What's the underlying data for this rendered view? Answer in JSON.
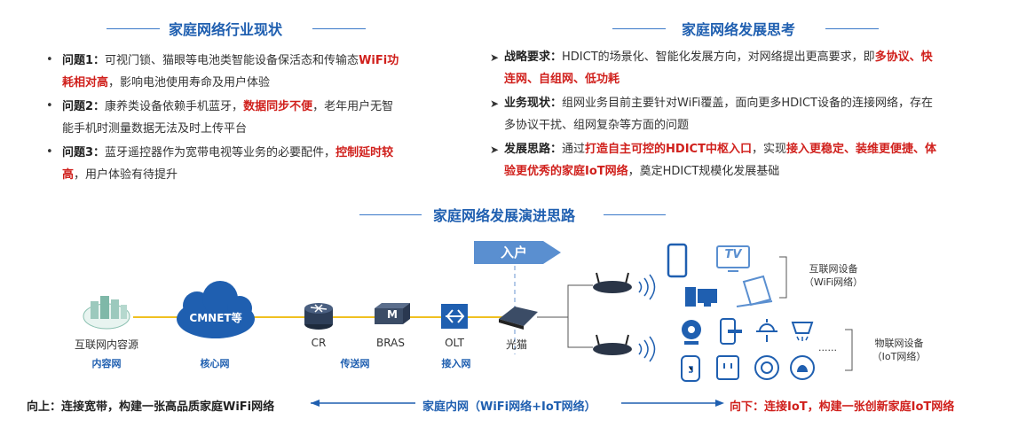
{
  "left_section": {
    "title": "家庭网络行业现状",
    "items": [
      {
        "key": "问题1：",
        "lines": [
          [
            {
              "t": "可视门锁、猫眼等电池类智能设备保活态和传输态"
            },
            {
              "t": "WiFi功",
              "r": true
            }
          ],
          [
            {
              "t": "耗相对高",
              "r": true
            },
            {
              "t": "，影响电池使用寿命及用户体验"
            }
          ]
        ]
      },
      {
        "key": "问题2：",
        "lines": [
          [
            {
              "t": "康养类设备依赖手机蓝牙，"
            },
            {
              "t": "数据同步不便",
              "r": true
            },
            {
              "t": "，老年用户无智"
            }
          ],
          [
            {
              "t": "能手机时测量数据无法及时上传平台"
            }
          ]
        ]
      },
      {
        "key": "问题3：",
        "lines": [
          [
            {
              "t": "蓝牙遥控器作为宽带电视等业务的必要配件，"
            },
            {
              "t": "控制延时较",
              "r": true
            }
          ],
          [
            {
              "t": "高",
              "r": true
            },
            {
              "t": "，用户体验有待提升"
            }
          ]
        ]
      }
    ]
  },
  "right_section": {
    "title": "家庭网络发展思考",
    "items": [
      {
        "key": "战略要求：",
        "lines": [
          [
            {
              "t": "HDICT的场景化、智能化发展方向，对网络提出更高要求，即"
            },
            {
              "t": "多协议、快",
              "r": true
            }
          ],
          [
            {
              "t": "连网、自组网、低功耗",
              "r": true
            }
          ]
        ]
      },
      {
        "key": "业务现状：",
        "lines": [
          [
            {
              "t": "组网业务目前主要针对WiFi覆盖，面向更多HDICT设备的连接网络，存在"
            }
          ],
          [
            {
              "t": "多协议干扰、组网复杂等方面的问题"
            }
          ]
        ]
      },
      {
        "key": "发展思路：",
        "lines": [
          [
            {
              "t": "通过"
            },
            {
              "t": "打造自主可控的HDICT中枢入口",
              "r": true
            },
            {
              "t": "，实现"
            },
            {
              "t": "接入更稳定、装维更便捷、体",
              "r": true
            }
          ],
          [
            {
              "t": "验更优秀的家庭IoT网络",
              "r": true
            },
            {
              "t": "，奠定HDICT规模化发展基础"
            }
          ]
        ]
      }
    ]
  },
  "diagram": {
    "title": "家庭网络发展演进思路",
    "entry_label": "入户",
    "nodes": {
      "content_source": "互联网内容源",
      "cmnet": "CMNET等",
      "cr": "CR",
      "bras": "BRAS",
      "olt": "OLT",
      "onu": "光猫",
      "bras_letter": "M"
    },
    "groups": {
      "content_net": "内容网",
      "core_net": "核心网",
      "transport_net": "传送网",
      "access_net": "接入网"
    },
    "tv_text": "TV",
    "internet_devices": [
      "互联网设备",
      "（WiFi网络）"
    ],
    "iot_devices": [
      "物联网设备",
      "（IoT网络）"
    ],
    "ellipsis": "......",
    "bottom": {
      "left": "向上：连接宽带，构建一张高品质家庭WiFi网络",
      "center": "家庭内网（WiFi网络+IoT网络）",
      "right": "向下：连接IoT，构建一张创新家庭IoT网络"
    },
    "colors": {
      "accent": "#1f5fb0",
      "red": "#d0201c",
      "line": "#f0c020",
      "entry": "#5a8fd0"
    }
  }
}
